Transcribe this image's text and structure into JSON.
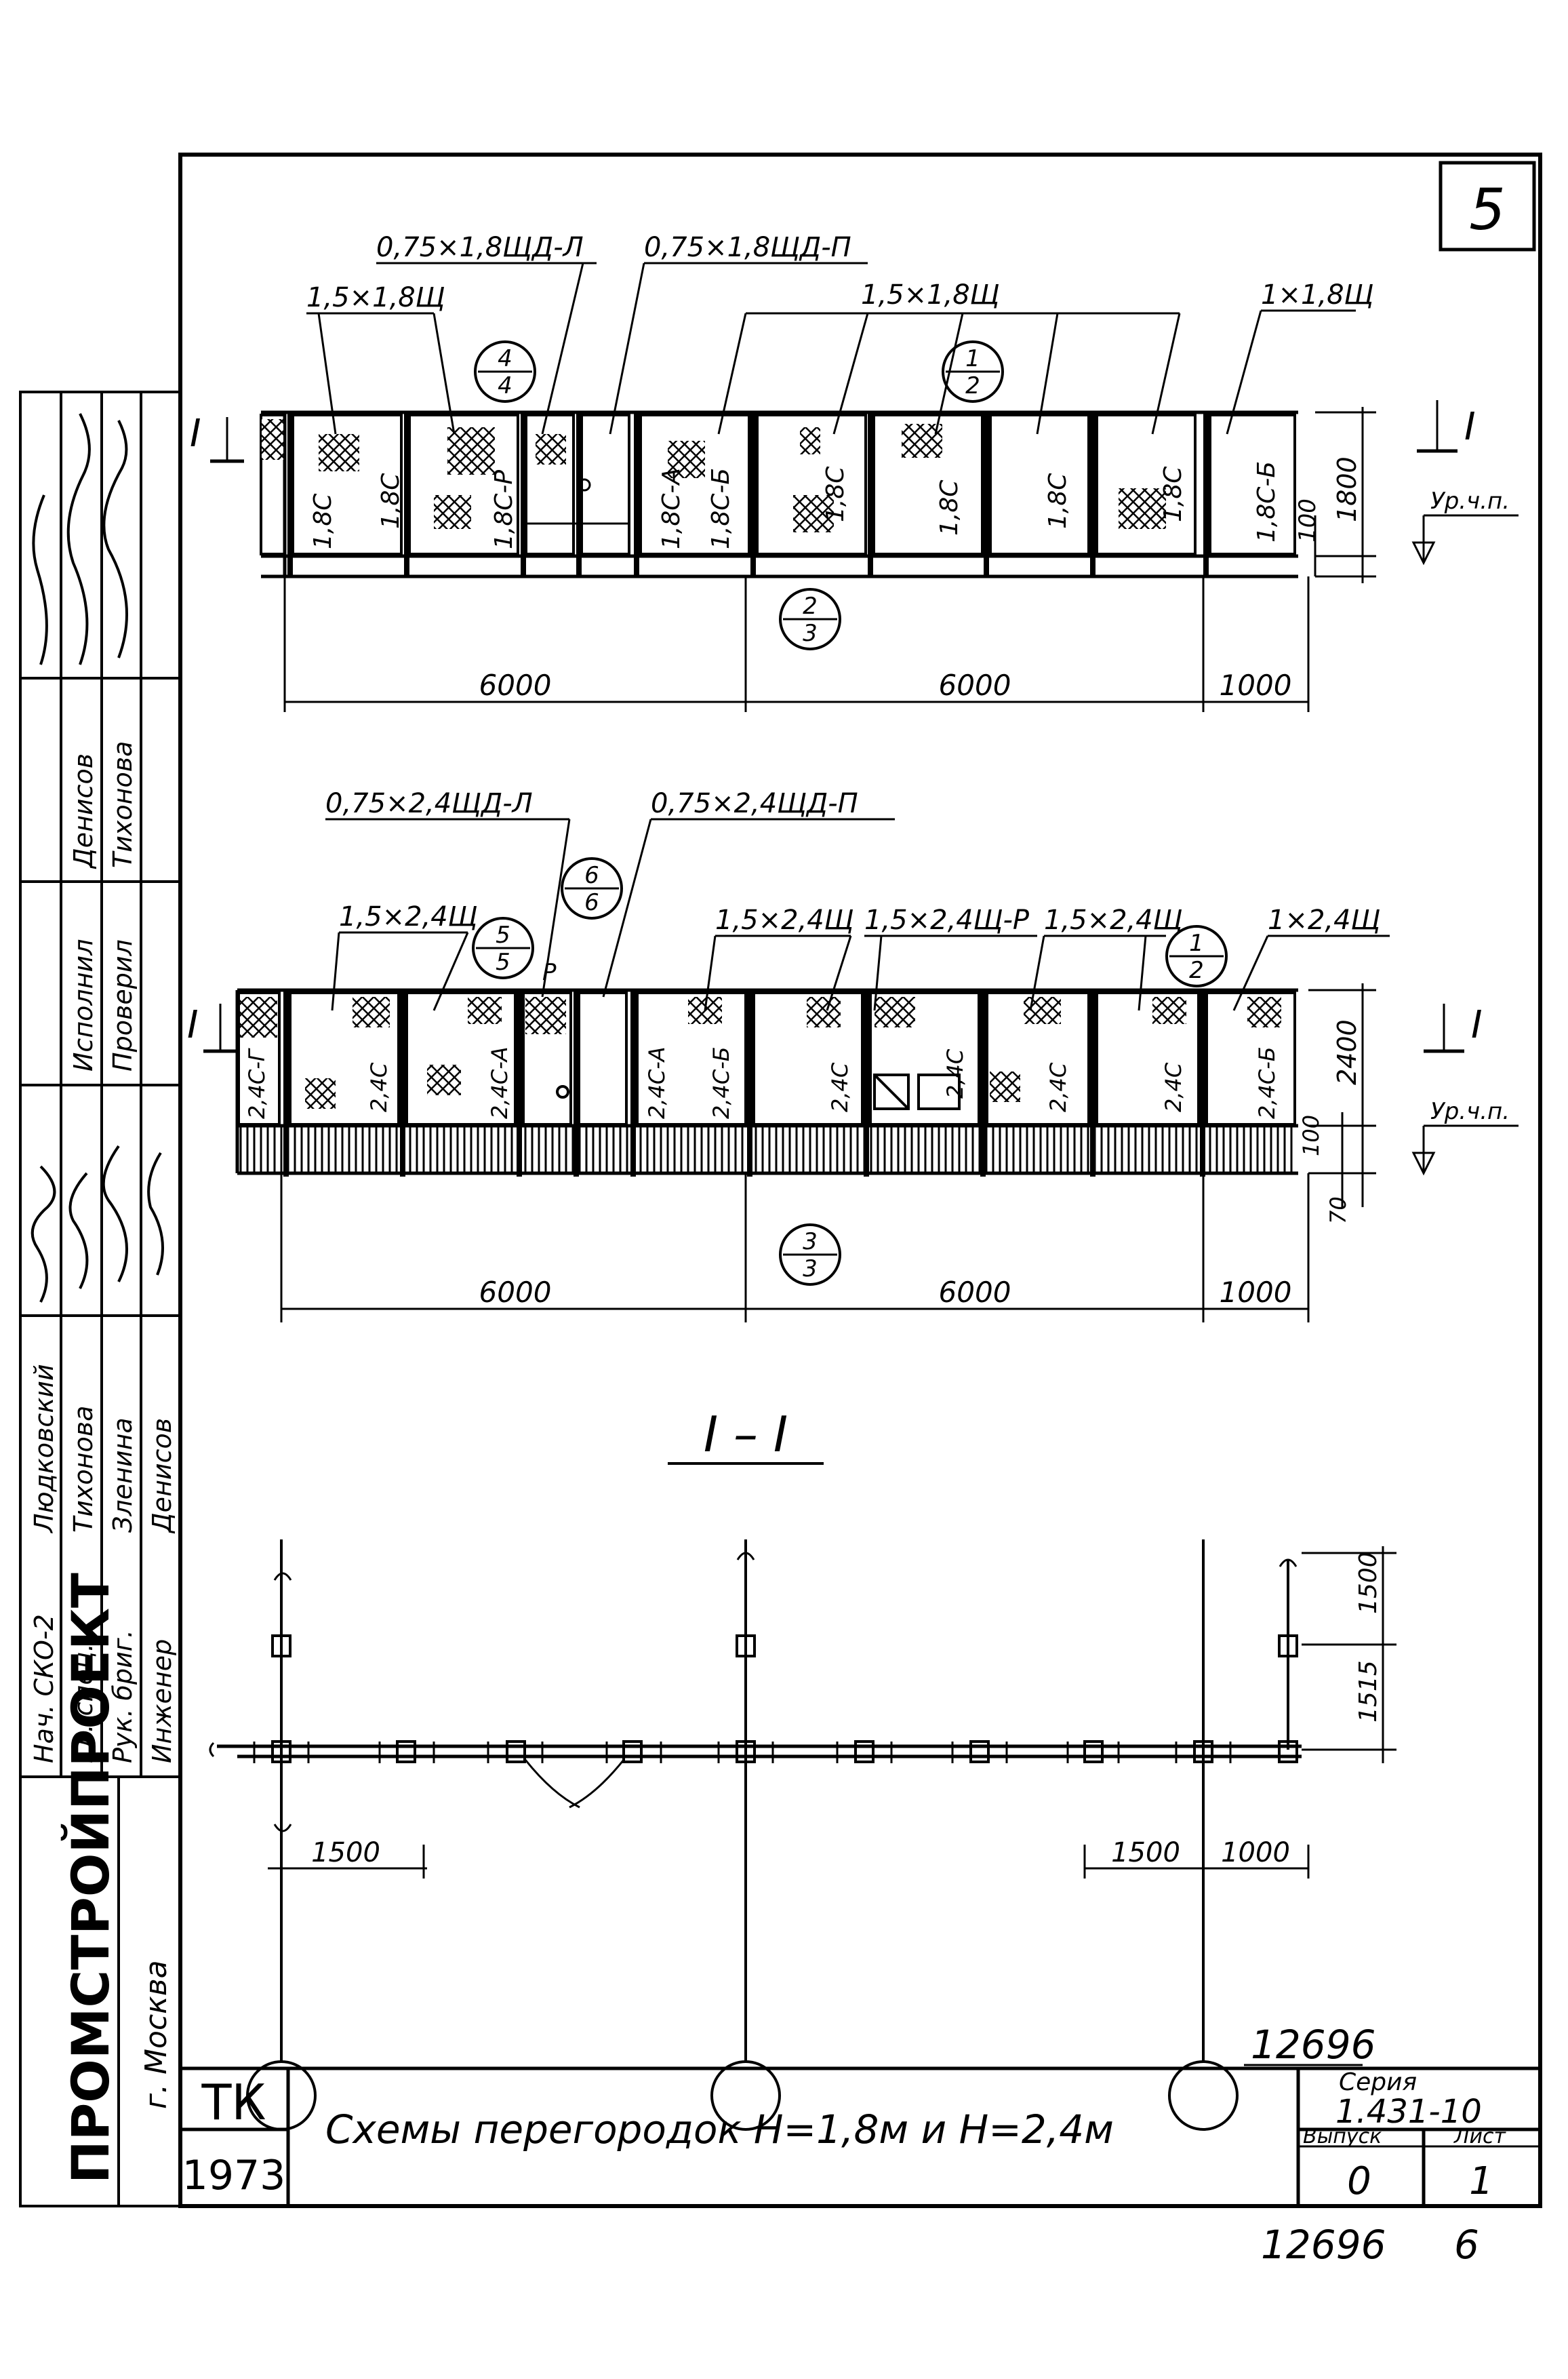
{
  "sheet_number": "5",
  "top_scheme": {
    "callouts": {
      "door_left": "0,75×1,8ЩД-Л",
      "door_right": "0,75×1,8ЩД-П",
      "panel_a": "1,5×1,8Щ",
      "panel_b": "1,5×1,8Щ",
      "panel_c": "1×1,8Щ"
    },
    "node_marks": [
      {
        "top": "4",
        "bottom": "4"
      },
      {
        "top": "1",
        "bottom": "2"
      },
      {
        "top": "2",
        "bottom": "3"
      }
    ],
    "panel_marks": [
      "1,8С",
      "1,8С",
      "1,8С-Р",
      "1,8С-А",
      "1,8С-Б",
      "1,8С",
      "1,8С",
      "1,8С",
      "1,8С",
      "1,8С-Б"
    ],
    "section_mark": "I",
    "height_dim": "1800",
    "base_dim": "100",
    "floor_level": "Ур.ч.п.",
    "spans": [
      "6000",
      "6000",
      "1000"
    ]
  },
  "mid_scheme": {
    "callouts": {
      "door_left": "0,75×2,4ЩД-Л",
      "door_right": "0,75×2,4ЩД-П",
      "panel_a": "1,5×2,4Щ",
      "panel_b": "1,5×2,4Щ",
      "panel_c": "1,5×2,4Щ-Р",
      "panel_d": "1,5×2,4Щ",
      "panel_e": "1×2,4Щ",
      "door_mark": "Р"
    },
    "node_marks": [
      {
        "top": "6",
        "bottom": "6"
      },
      {
        "top": "5",
        "bottom": "5"
      },
      {
        "top": "1",
        "bottom": "2"
      },
      {
        "top": "3",
        "bottom": "3"
      }
    ],
    "panel_marks": [
      "2,4С-Г",
      "2,4С",
      "2,4С-А",
      "2,4С-А",
      "2,4С-Б",
      "2,4С",
      "2,4С",
      "2,4С",
      "2,4С",
      "2,4С-Б"
    ],
    "section_mark": "I",
    "height_dim": "2400",
    "base_dim": "100",
    "bottom_dim": "70",
    "floor_level": "Ур.ч.п.",
    "spans": [
      "6000",
      "6000",
      "1000"
    ]
  },
  "plan": {
    "section_title": "I – I",
    "dims_right": [
      "1500",
      "1515"
    ],
    "dims_bottom_left": "1500",
    "dims_bottom_right": [
      "1500",
      "1000"
    ]
  },
  "inventory_number": "12696",
  "title_block": {
    "code": "ТК",
    "year": "1973",
    "title": "Схемы перегородок Н=1,8м и Н=2,4м",
    "series_label": "Серия",
    "series": "1.431-10",
    "issue_label": "Выпуск",
    "issue": "0",
    "sheet_label": "Лист",
    "sheet": "1"
  },
  "side_stamp": {
    "org": "ПРОМСТРОЙПРОЕКТ",
    "city": "г. Москва",
    "roles": [
      "Нач. СКО-2",
      "Гл. спец.",
      "Рук. бриг.",
      "Инженер"
    ],
    "names": [
      "Людковский",
      "Тихонова",
      "Зленина",
      "Денисов"
    ],
    "roles2": [
      "Исполнил",
      "Проверил"
    ],
    "names2": [
      "Денисов",
      "Тихонова"
    ]
  },
  "footer": {
    "inventory": "12696",
    "page": "6"
  }
}
